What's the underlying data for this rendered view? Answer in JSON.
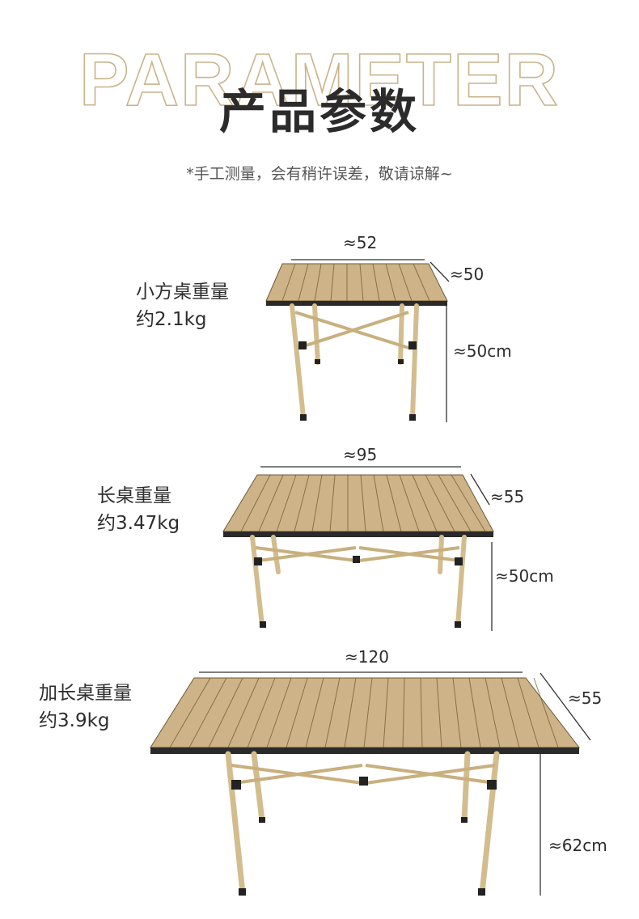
{
  "header": {
    "wordmark": "PARAMETER",
    "title": "产品参数",
    "note": "*手工测量，会有稍许误差，敬请谅解~"
  },
  "products": [
    {
      "name": "小方桌重量",
      "weight": "约2.1kg",
      "length": "≈52",
      "width": "≈50",
      "height": "≈50cm"
    },
    {
      "name": "长桌重量",
      "weight": "约3.47kg",
      "length": "≈95",
      "width": "≈55",
      "height": "≈50cm"
    },
    {
      "name": "加长桌重量",
      "weight": "约3.9kg",
      "length": "≈120",
      "width": "≈55",
      "height": "≈62cm"
    }
  ],
  "colors": {
    "wordmark_outline": "#c8b48a",
    "tabletop": "#cdb387",
    "slat_line": "#6f5a36",
    "leg": "#d3bd8e",
    "dimension_line": "#333333"
  }
}
